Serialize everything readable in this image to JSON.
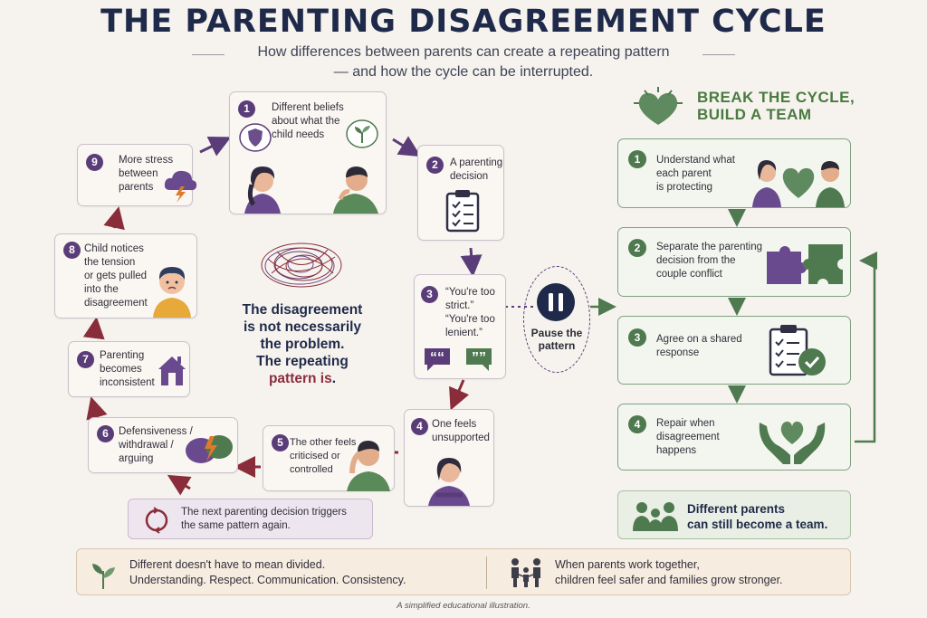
{
  "title": "THE PARENTING DISAGREEMENT CYCLE",
  "subtitle_line1": "How differences between parents can create a repeating pattern",
  "subtitle_line2": "— and how the cycle can be interrupted.",
  "cycle": {
    "steps": [
      {
        "num": "1",
        "text": "Different beliefs\nabout what the\nchild needs"
      },
      {
        "num": "2",
        "text": "A parenting\ndecision"
      },
      {
        "num": "3",
        "text": "“You're too\nstrict.”\n“You're too\nlenient.”"
      },
      {
        "num": "4",
        "text": "One feels\nunsupported"
      },
      {
        "num": "5",
        "text": "The other feels\ncriticised or\ncontrolled"
      },
      {
        "num": "6",
        "text": "Defensiveness /\nwithdrawal /\narguing"
      },
      {
        "num": "7",
        "text": "Parenting\nbecomes\ninconsistent"
      },
      {
        "num": "8",
        "text": "Child notices\nthe tension\nor gets pulled\ninto the\ndisagreement"
      },
      {
        "num": "9",
        "text": "More stress\nbetween\nparents"
      }
    ],
    "quote_marks": "““",
    "center_line1": "The disagreement",
    "center_line2": "is not necessarily",
    "center_line3": "the problem.",
    "center_line4": "The repeating",
    "center_highlight": "pattern is",
    "center_period": ".",
    "repeat_note": "The next parenting decision triggers\nthe same pattern again."
  },
  "pause": {
    "label": "Pause the\npattern"
  },
  "break": {
    "heading_line1": "BREAK THE CYCLE,",
    "heading_line2": "BUILD A TEAM",
    "steps": [
      {
        "num": "1",
        "text": "Understand what\neach parent\nis protecting"
      },
      {
        "num": "2",
        "text": "Separate the parenting\ndecision from the\ncouple conflict"
      },
      {
        "num": "3",
        "text": "Agree on a shared\nresponse"
      },
      {
        "num": "4",
        "text": "Repair when\ndisagreement\nhappens"
      }
    ],
    "team_note": "Different parents\ncan still become a team."
  },
  "footer": {
    "left": "Different doesn't have to mean divided.\nUnderstanding. Respect. Communication. Consistency.",
    "right": "When parents work together,\nchildren feel safer and families grow stronger.",
    "caption": "A simplified educational illustration."
  },
  "colors": {
    "navy": "#1f2a4a",
    "purple": "#5a3d78",
    "maroon": "#8a2d3a",
    "green": "#4f7a4f",
    "highlight_red": "#8c2b3f"
  }
}
